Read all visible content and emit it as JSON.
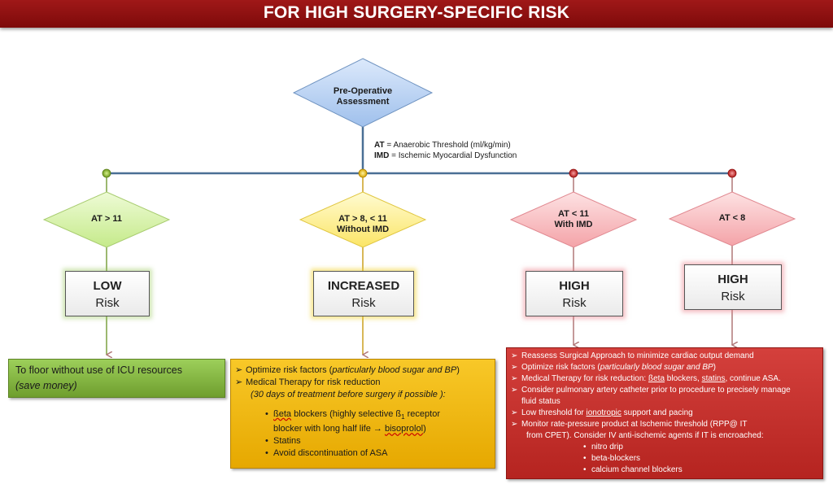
{
  "title": "FOR HIGH SURGERY-SPECIFIC RISK",
  "start": {
    "line1": "Pre-Operative",
    "line2": "Assessment"
  },
  "legend": [
    {
      "abbr": "AT",
      "text": " = Anaerobic Threshold (ml/kg/min)"
    },
    {
      "abbr": "IMD",
      "text": " = Ischemic Myocardial Dysfunction"
    }
  ],
  "colors": {
    "green": "#d4f0a4",
    "yellow": "#fff18a",
    "red": "#f8b4b8",
    "blue": "#a9c8f0",
    "line": "#4a6f95"
  },
  "branches": [
    {
      "cond1": "AT > 11",
      "cond2": "",
      "risk_level": "LOW",
      "risk_word": "Risk"
    },
    {
      "cond1": "AT > 8, < 11",
      "cond2": "Without IMD",
      "risk_level": "INCREASED",
      "risk_word": "Risk"
    },
    {
      "cond1": "AT < 11",
      "cond2": "With IMD",
      "risk_level": "HIGH",
      "risk_word": "Risk"
    },
    {
      "cond1": "AT < 8",
      "cond2": "",
      "risk_level": "HIGH",
      "risk_word": "Risk"
    }
  ],
  "low_panel": {
    "line1": "To floor without use of ICU resources",
    "line2": "(save money)"
  },
  "increased_panel": {
    "i1a": "Optimize risk factors (",
    "i1b": "particularly blood sugar and BP",
    "i1c": ")",
    "i2": "Medical Therapy for risk reduction",
    "i3": "(30 days of treatment  before surgery if possible ):",
    "b1a": "ßeta",
    "b1b": " blockers (highly selective ß",
    "b1sub": "1",
    "b1c": "  receptor",
    "b1d": "blocker with long half life ",
    "b1arrow": "→",
    "b1e": " ",
    "b1f": "bisoprolol",
    "b1g": ")",
    "b2": "Statins",
    "b3": "Avoid discontinuation of ASA"
  },
  "high_panel": {
    "h1": "Reassess Surgical Approach to minimize cardiac output  demand",
    "h2a": "Optimize risk factors (",
    "h2b": "particularly blood sugar and BP",
    "h2c": ")",
    "h3a": "Medical Therapy for risk reduction: ",
    "h3b": "ßeta",
    "h3c": " blockers, ",
    "h3d": "statins",
    "h3e": ", continue ASA.",
    "h4a": "Consider pulmonary artery catheter prior to procedure to precisely manage",
    "h4b": "fluid status",
    "h5a": "Low threshold for ",
    "h5b": "ionotropic",
    "h5c": " support and pacing",
    "h6a": "Monitor rate-pressure product at Ischemic threshold (RPP@ IT",
    "h6b": "from CPET).  Consider IV anti-ischemic agents if IT is encroached:",
    "s1": "nitro drip",
    "s2": "beta-blockers",
    "s3": "calcium channel blockers"
  }
}
